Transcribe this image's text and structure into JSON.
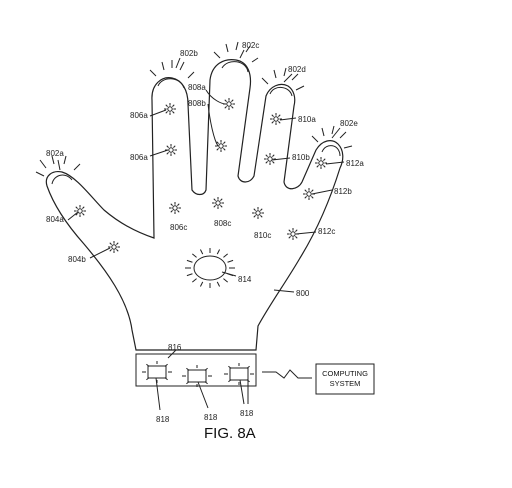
{
  "figure": {
    "caption": "FIG. 8A",
    "glove_ref": "800",
    "fingertips": [
      "802a",
      "802b",
      "802c",
      "802d",
      "802e"
    ],
    "sensors_804": [
      "804a",
      "804b"
    ],
    "sensors_806": [
      "806a",
      "806a",
      "806c"
    ],
    "sensors_808": [
      "808a",
      "808b",
      "808c"
    ],
    "sensors_810": [
      "810a",
      "810b",
      "810c"
    ],
    "sensors_812": [
      "812a",
      "812b",
      "812c"
    ],
    "palm_light": "814",
    "wristband": "816",
    "wrist_units": [
      "818",
      "818",
      "818"
    ],
    "computing_system": [
      "COMPUTING",
      "SYSTEM"
    ]
  }
}
